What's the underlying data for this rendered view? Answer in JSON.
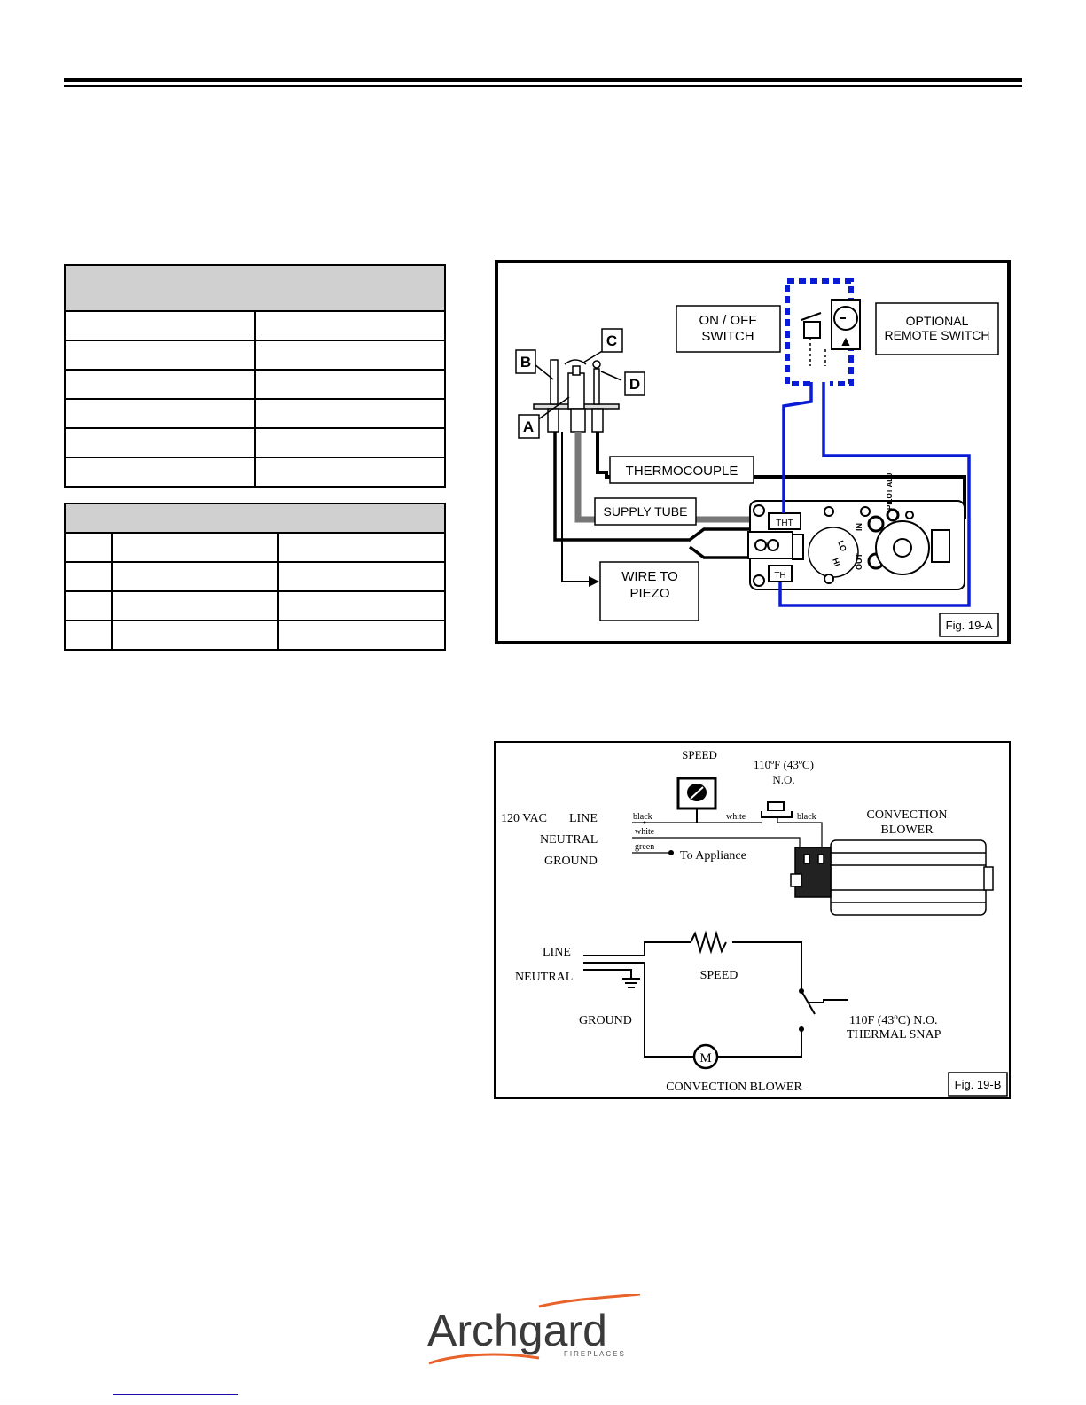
{
  "figure_a": {
    "label_b": "B",
    "label_c": "C",
    "label_d": "D",
    "label_a": "A",
    "on_off_switch": [
      "ON / OFF",
      "SWITCH"
    ],
    "optional_remote_switch": [
      "OPTIONAL",
      "REMOTE SWITCH"
    ],
    "thermocouple": "THERMOCOUPLE",
    "supply_tube": "SUPPLY TUBE",
    "wire_to_piezo": [
      "WIRE TO",
      "PIEZO"
    ],
    "valve_tht": "THT",
    "valve_th": "TH",
    "valve_in": "IN",
    "valve_out": "OUT",
    "valve_lo": "LO",
    "valve_hi": "HI",
    "valve_pilot_adj": "PILOT ADJ",
    "fig_label": "Fig. 19-A"
  },
  "figure_b": {
    "speed_top": "SPEED",
    "temp_no": [
      "110ºF (43ºC)",
      "N.O."
    ],
    "line_120vac": "120 VAC",
    "line": "LINE",
    "neutral": "NEUTRAL",
    "ground": "GROUND",
    "wire_black_1": "black",
    "wire_white_1": "white",
    "wire_black_2": "black",
    "wire_white_2": "white",
    "wire_green": "green",
    "to_appliance": "To Appliance",
    "convection_blower": [
      "CONVECTION",
      "BLOWER"
    ],
    "schem_line": "LINE",
    "schem_neutral": "NEUTRAL",
    "schem_ground": "GROUND",
    "schem_speed": "SPEED",
    "thermal_snap": [
      "110F (43ºC) N.O.",
      "THERMAL SNAP"
    ],
    "motor_m": "M",
    "schem_blower": "CONVECTION BLOWER",
    "fig_label": "Fig. 19-B"
  },
  "logo": {
    "name": "Archgard",
    "sub": "FIREPLACES"
  },
  "colors": {
    "wire_blue": "#0a1bd6",
    "table_header_gray": "#d0d0d0",
    "logo_orange": "#e8622a"
  }
}
